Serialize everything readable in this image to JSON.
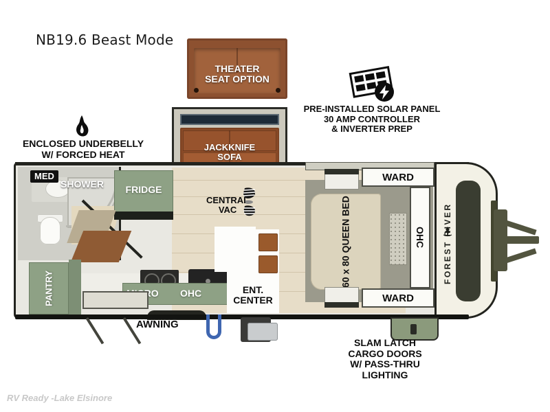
{
  "title": "NB19.6 Beast Mode",
  "watermark": "RV Ready -Lake Elsinore",
  "colors": {
    "cabinet_sage": "#8ea185",
    "sofa_brown": "#8a4a27",
    "floor_tan": "#e7ddc8",
    "shell_outline": "#23241f",
    "nose_cream": "#f3f1e6",
    "cargo_door_green": "#8b9a7c"
  },
  "callouts": {
    "theater": {
      "line1": "THEATER",
      "line2": "SEAT OPTION"
    },
    "solar": {
      "icon": "solar-panel-icon",
      "line1": "PRE-INSTALLED SOLAR PANEL",
      "line2": "30 AMP CONTROLLER",
      "line3": "& INVERTER PREP"
    },
    "underbelly": {
      "icon": "flame-icon",
      "line1": "ENCLOSED UNDERBELLY",
      "line2": "W/ FORCED HEAT"
    },
    "cargo": {
      "line1": "SLAM LATCH",
      "line2": "CARGO DOORS",
      "line3": "W/ PASS-THRU",
      "line4": "LIGHTING"
    }
  },
  "interior": {
    "sofa": {
      "line1": "JACKKNIFE",
      "line2": "SOFA"
    },
    "med": "MED",
    "shower": "SHOWER",
    "fridge": "FRIDGE",
    "pantry": "PANTRY",
    "micro": "MICRO",
    "ohc": "OHC",
    "ent_center": {
      "line1": "ENT.",
      "line2": "CENTER"
    },
    "central_vac": {
      "line1": "CENTRAL",
      "line2": "VAC",
      "icon": "boot-print-icon"
    },
    "bed": "60 x 80 QUEEN BED",
    "ward_top": "WARD",
    "ward_bottom": "WARD",
    "bed_ohc": "OHC"
  },
  "exterior": {
    "awning": "AWNING",
    "brand": "FOREST RIVER"
  }
}
